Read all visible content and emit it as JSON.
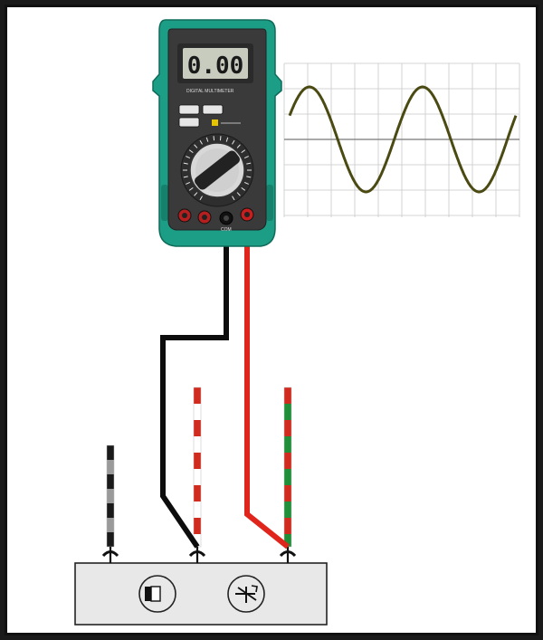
{
  "multimeter": {
    "display_reading": "0.00",
    "brand_label": "DIGITAL MULTIMETER",
    "com_label": "COM",
    "body_color": "#1c9e86",
    "face_color": "#3a3a3a"
  },
  "waveform": {
    "type": "sine",
    "cycles": 2,
    "line_color": "#4a4a12",
    "grid_color": "#c8c8c8"
  },
  "leads": {
    "black_color": "#0d0d0d",
    "red_color": "#e0261c"
  },
  "wires": [
    {
      "name": "black-gray-wire",
      "stripe_colors": [
        "#1a1a1a",
        "#9a9a9a"
      ]
    },
    {
      "name": "red-white-wire",
      "stripe_colors": [
        "#d32a1e",
        "#ffffff"
      ]
    },
    {
      "name": "red-green-wire",
      "stripe_colors": [
        "#d32a1e",
        "#1f8f3a"
      ]
    }
  ],
  "component_box": {
    "fill": "#e8e8e8",
    "symbols": [
      "diode-icon",
      "ground-star-icon"
    ]
  }
}
